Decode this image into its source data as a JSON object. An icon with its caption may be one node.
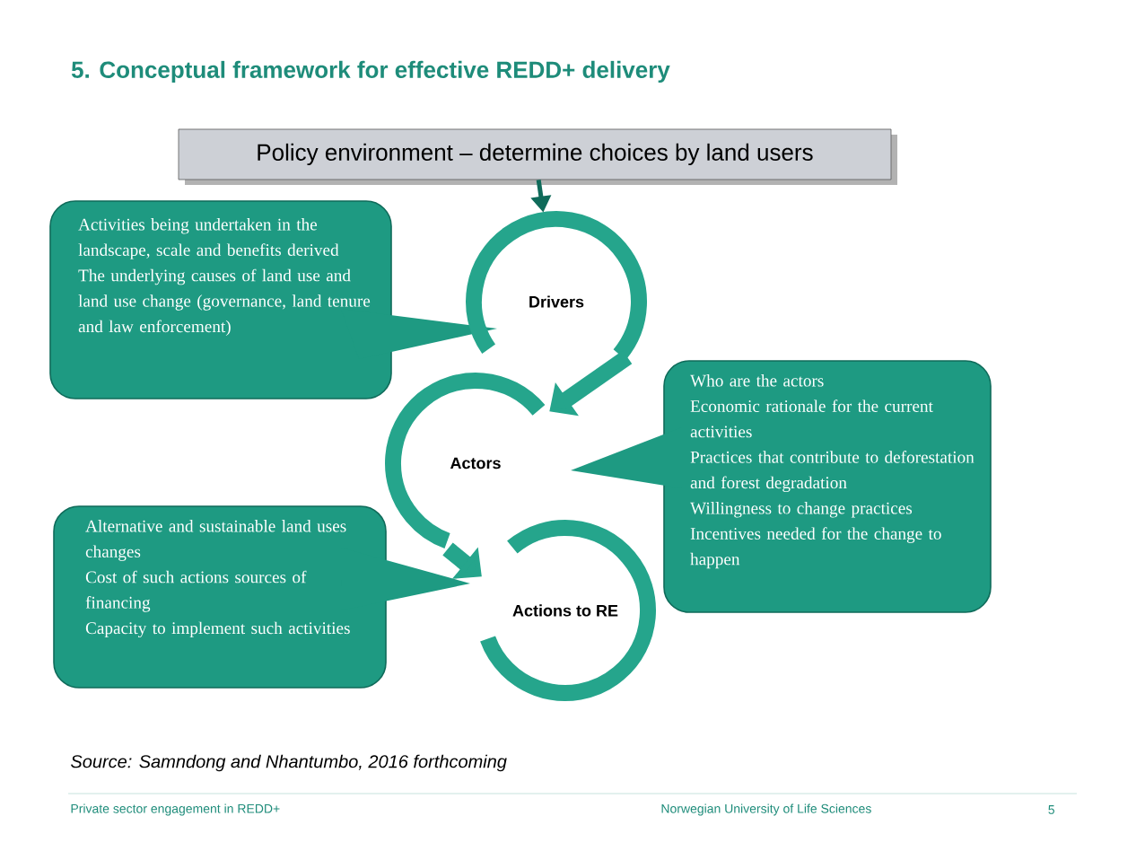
{
  "diagram": {
    "title": "5. Conceptual framework for effective REDD+ delivery",
    "nodes": [
      {
        "text": [
          "Policy environment – determine choices by land users"
        ]
      },
      {
        "text": [
          "Activities being undertaken in the landscape, scale and benefits derived",
          "The underlying causes of land use and land use change (governance, land tenure and law enforcement)"
        ]
      },
      {
        "text": [
          "Drivers"
        ]
      },
      {
        "text": [
          "Who are the actors",
          "Economic rationale for the current activities",
          "Practices that contribute to deforestation and forest degradation",
          "Willingness to change practices",
          "Incentives  needed for the change  to happen"
        ]
      },
      {
        "text": [
          "Actors"
        ]
      },
      {
        "text": [
          "Alternative and sustainable land uses changes",
          "Cost of such actions sources of financing",
          "Capacity to implement such activities"
        ]
      },
      {
        "text": [
          "Actions to RE"
        ]
      }
    ],
    "edges": [
      {
        "from": 0,
        "to": 2,
        "arrow": "to"
      },
      {
        "from": 2,
        "to": 4,
        "arrow": "to"
      },
      {
        "from": 4,
        "to": 6,
        "arrow": "to"
      }
    ],
    "labels": [
      "Source: Samndong and Nhantumbo,  2016 forthcoming",
      "Private sector engagement in REDD+",
      "Norwegian University of Life Sciences",
      "5"
    ]
  }
}
